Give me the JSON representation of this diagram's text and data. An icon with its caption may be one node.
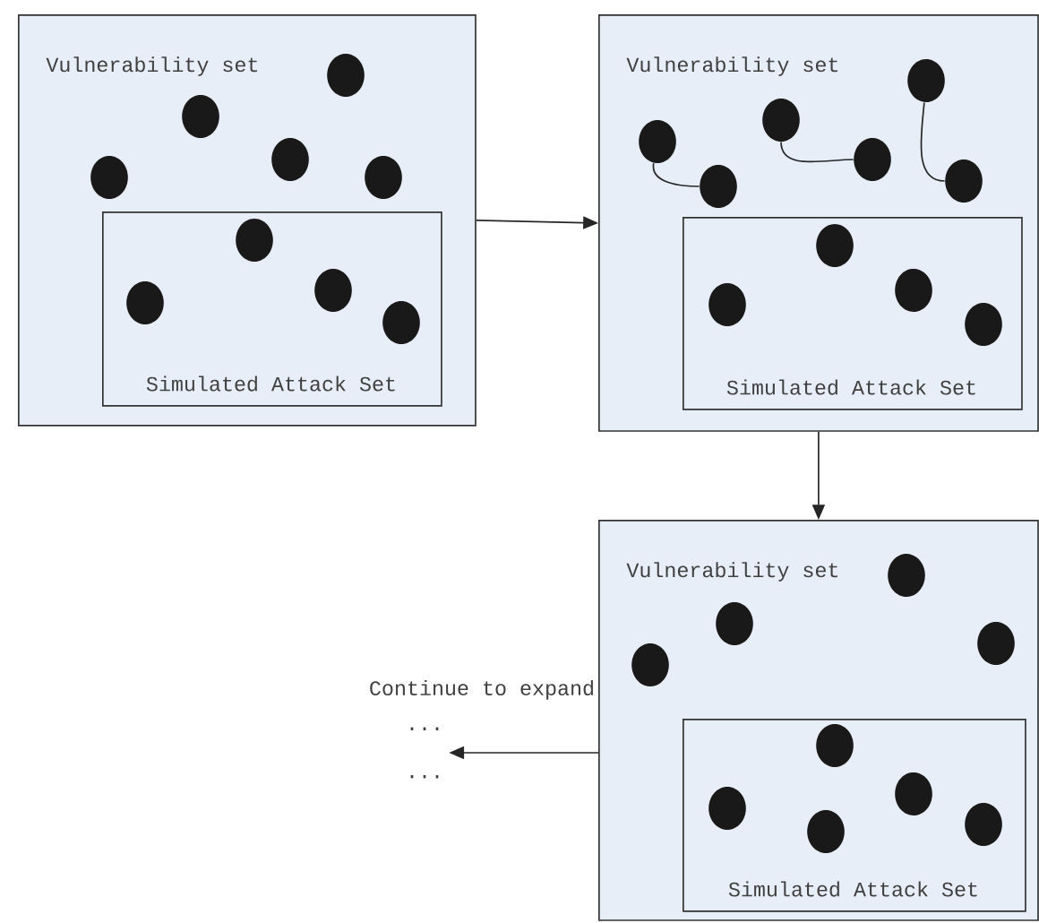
{
  "diagram": {
    "nodes": [
      {
        "text": [
          "Vulnerability set"
        ]
      },
      {
        "text": [],
        "shape": "circle",
        "in": 0
      },
      {
        "text": [],
        "shape": "circle",
        "in": 0
      },
      {
        "text": [],
        "shape": "circle",
        "in": 0
      },
      {
        "text": [],
        "shape": "circle",
        "in": 0
      },
      {
        "text": [],
        "shape": "circle",
        "in": 0
      },
      {
        "text": [
          "Simulated Attack Set"
        ],
        "in": 0
      },
      {
        "text": [],
        "shape": "circle",
        "in": 6
      },
      {
        "text": [],
        "shape": "circle",
        "in": 6
      },
      {
        "text": [],
        "shape": "circle",
        "in": 6
      },
      {
        "text": [],
        "shape": "circle",
        "in": 6
      },
      {
        "text": [
          "Vulnerability set"
        ]
      },
      {
        "text": [],
        "shape": "circle",
        "in": 11
      },
      {
        "text": [],
        "shape": "circle",
        "in": 11
      },
      {
        "text": [],
        "shape": "circle",
        "in": 11
      },
      {
        "text": [],
        "shape": "circle",
        "in": 11
      },
      {
        "text": [],
        "shape": "circle",
        "in": 11
      },
      {
        "text": [],
        "shape": "circle",
        "in": 11
      },
      {
        "text": [
          "Simulated Attack Set"
        ],
        "in": 11
      },
      {
        "text": [],
        "shape": "circle",
        "in": 18
      },
      {
        "text": [],
        "shape": "circle",
        "in": 18
      },
      {
        "text": [],
        "shape": "circle",
        "in": 18
      },
      {
        "text": [],
        "shape": "circle",
        "in": 18
      },
      {
        "text": [
          "Vulnerability set"
        ]
      },
      {
        "text": [],
        "shape": "circle",
        "in": 23
      },
      {
        "text": [],
        "shape": "circle",
        "in": 23
      },
      {
        "text": [],
        "shape": "circle",
        "in": 23
      },
      {
        "text": [],
        "shape": "circle",
        "in": 23
      },
      {
        "text": [
          "Simulated Attack Set"
        ],
        "in": 23
      },
      {
        "text": [],
        "shape": "circle",
        "in": 28
      },
      {
        "text": [],
        "shape": "circle",
        "in": 28
      },
      {
        "text": [],
        "shape": "circle",
        "in": 28
      },
      {
        "text": [],
        "shape": "circle",
        "in": 28
      },
      {
        "text": [],
        "shape": "circle",
        "in": 28
      },
      {
        "text": [
          "...",
          "..."
        ],
        "beside": [
          "Continue to expand"
        ]
      }
    ],
    "edges": [
      {
        "from": 0,
        "to": 11,
        "arrow": "to"
      },
      {
        "from": 12,
        "to": 13,
        "arrow": "none"
      },
      {
        "from": 14,
        "to": 15,
        "arrow": "none"
      },
      {
        "from": 16,
        "to": 17,
        "arrow": "none"
      },
      {
        "from": 11,
        "to": 23,
        "arrow": "to"
      },
      {
        "from": 23,
        "to": 34,
        "arrow": "to"
      }
    ]
  }
}
